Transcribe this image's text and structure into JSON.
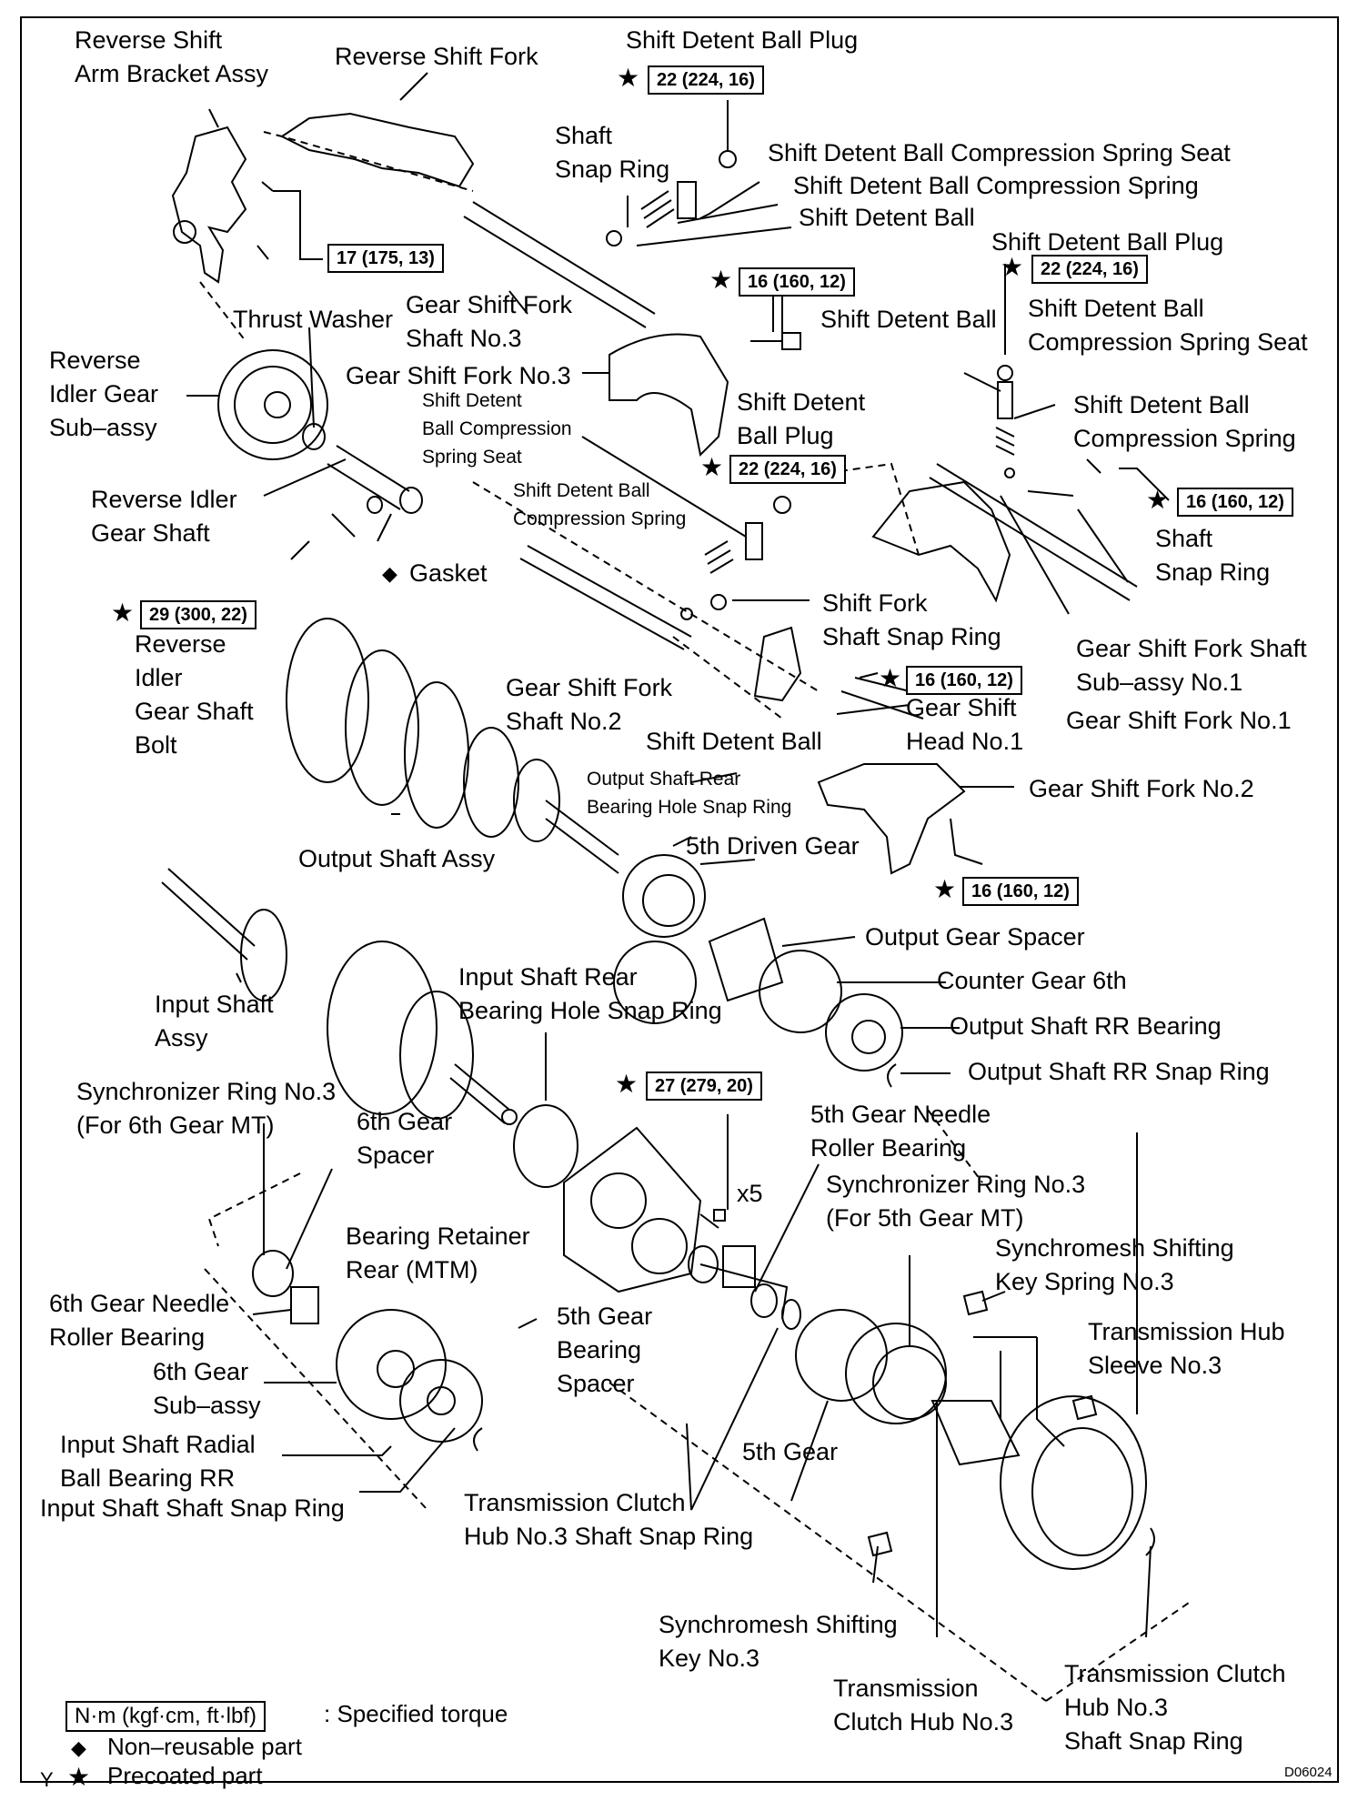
{
  "labels": {
    "reverse_shift_arm_bracket": "Reverse Shift\nArm Bracket Assy",
    "reverse_shift_fork": "Reverse Shift Fork",
    "shift_detent_ball_plug_top": "Shift Detent Ball Plug",
    "shaft_snap_ring_top": "Shaft\nSnap Ring",
    "spring_seat_top": "Shift Detent Ball Compression Spring Seat",
    "spring_top": "Shift Detent Ball Compression Spring",
    "detent_ball_top": "Shift Detent Ball",
    "shift_detent_ball_plug_right": "Shift Detent Ball Plug",
    "thrust_washer": "Thrust Washer",
    "gear_shift_fork_shaft_no3": "Gear Shift Fork\nShaft No.3",
    "shift_detent_ball_right": "Shift Detent Ball",
    "spring_seat_right": "Shift Detent Ball\nCompression Spring Seat",
    "reverse_idler_gear": "Reverse\nIdler Gear\nSub–assy",
    "gear_shift_fork_no3": "Gear Shift Fork No.3",
    "spring_seat_mid": "Shift Detent\nBall Compression\nSpring Seat",
    "shift_detent_ball_plug_mid": "Shift Detent\nBall Plug",
    "spring_right": "Shift Detent Ball\nCompression Spring",
    "spring_mid": "Shift Detent Ball\nCompression Spring",
    "reverse_idler_gear_shaft": "Reverse Idler\nGear Shaft",
    "gasket": "Gasket",
    "shaft_snap_ring_right": "Shaft\nSnap Ring",
    "reverse_idler_gear_shaft_bolt": "Reverse\nIdler\nGear Shaft\nBolt",
    "shift_fork_shaft_snap_ring": "Shift Fork\nShaft Snap Ring",
    "gear_shift_fork_shaft_sub_assy_no1": "Gear Shift Fork Shaft\nSub–assy No.1",
    "gear_shift_fork_shaft_no2": "Gear Shift Fork\nShaft No.2",
    "gear_shift_head_no1": "Gear Shift\nHead No.1",
    "gear_shift_fork_no1": "Gear Shift Fork No.1",
    "shift_detent_ball_mid": "Shift Detent Ball",
    "output_shaft_rear_bearing_snap": "Output Shaft Rear\nBearing Hole Snap Ring",
    "gear_shift_fork_no2": "Gear Shift Fork No.2",
    "output_shaft_assy": "Output Shaft Assy",
    "fifth_driven_gear": "5th Driven Gear",
    "output_gear_spacer": "Output Gear Spacer",
    "input_shaft_rear_bearing_snap": "Input Shaft Rear\nBearing Hole Snap Ring",
    "counter_gear_6th": "Counter Gear 6th",
    "input_shaft_assy": "Input Shaft\nAssy",
    "output_shaft_rr_bearing": "Output Shaft RR Bearing",
    "output_shaft_rr_snap_ring": "Output Shaft RR Snap Ring",
    "sync_ring_no3_6th": "Synchronizer Ring No.3\n(For 6th Gear MT)",
    "sixth_gear_spacer": "6th Gear\nSpacer",
    "fifth_gear_needle_bearing": "5th Gear Needle\nRoller Bearing",
    "x5": "x5",
    "sync_ring_no3_5th": "Synchronizer Ring No.3\n(For 5th Gear MT)",
    "bearing_retainer_rear": "Bearing Retainer\nRear (MTM)",
    "synchromesh_key_spring": "Synchromesh Shifting\nKey Spring No.3",
    "sixth_gear_needle_bearing": "6th Gear Needle\nRoller Bearing",
    "fifth_gear_bearing_spacer": "5th Gear\nBearing\nSpacer",
    "transmission_hub_sleeve": "Transmission Hub\nSleeve No.3",
    "sixth_gear_sub_assy": "6th Gear\nSub–assy",
    "input_shaft_radial_bearing": "Input Shaft Radial\nBall Bearing RR",
    "fifth_gear": "5th Gear",
    "input_shaft_snap_ring": "Input Shaft Shaft Snap Ring",
    "trans_clutch_hub_snap_ring_left": "Transmission Clutch\nHub No.3 Shaft Snap Ring",
    "synchromesh_shifting_key": "Synchromesh Shifting\nKey No.3",
    "transmission_clutch_hub": "Transmission\nClutch Hub No.3",
    "trans_clutch_hub_snap_ring_right": "Transmission Clutch\nHub No.3\nShaft Snap Ring"
  },
  "torques": {
    "t1": "22 (224, 16)",
    "t2": "17 (175, 13)",
    "t3": "16 (160, 12)",
    "t4": "22 (224, 16)",
    "t5": "22 (224, 16)",
    "t6": "16 (160, 12)",
    "t7": "29 (300, 22)",
    "t8": "16 (160, 12)",
    "t9": "16 (160, 12)",
    "t10": "27 (279, 20)"
  },
  "symbols": {
    "star": "★",
    "diamond": "◆"
  },
  "legend": {
    "torque_box": "N·m (kgf·cm, ft·lbf)",
    "torque_text": ": Specified torque",
    "nonreusable": "Non–reusable part",
    "precoated": "Precoated part"
  },
  "corner_mark": "Y",
  "figure_code": "D06024"
}
